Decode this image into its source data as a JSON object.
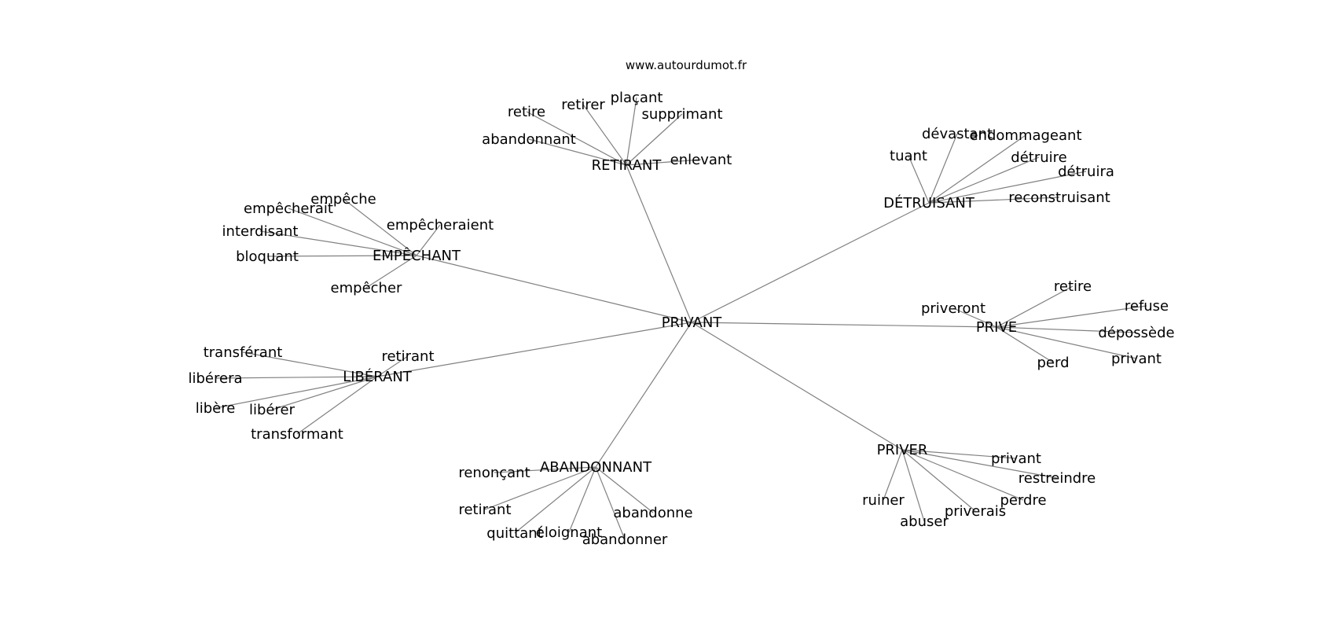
{
  "site": "www.autourdumot.fr",
  "colors": {
    "edge": "#808080",
    "text": "#000000",
    "background": "#ffffff"
  },
  "graph": {
    "center": "PRIVANT",
    "branches": [
      {
        "id": "retirant",
        "label": "RETIRANT",
        "words": [
          "retire",
          "retirer",
          "plaçant",
          "supprimant",
          "abandonnant",
          "enlevant"
        ]
      },
      {
        "id": "detruisant",
        "label": "DÉTRUISANT",
        "words": [
          "dévastant",
          "endommageant",
          "tuant",
          "détruire",
          "détruira",
          "reconstruisant"
        ]
      },
      {
        "id": "empechant",
        "label": "EMPÊCHANT",
        "words": [
          "empêche",
          "empêcherait",
          "empêcheraient",
          "interdisant",
          "bloquant",
          "empêcher"
        ]
      },
      {
        "id": "prive",
        "label": "PRIVE",
        "words": [
          "retire",
          "priveront",
          "refuse",
          "dépossède",
          "privant",
          "perd"
        ]
      },
      {
        "id": "liberant",
        "label": "LIBÉRANT",
        "words": [
          "transférant",
          "retirant",
          "libérera",
          "libère",
          "libérer",
          "transformant"
        ]
      },
      {
        "id": "abandonnant",
        "label": "ABANDONNANT",
        "words": [
          "renonçant",
          "retirant",
          "abandonne",
          "quittant",
          "éloignant",
          "abandonner"
        ]
      },
      {
        "id": "priver",
        "label": "PRIVER",
        "words": [
          "privant",
          "restreindre",
          "perdre",
          "ruiner",
          "priverais",
          "abuser"
        ]
      }
    ]
  }
}
